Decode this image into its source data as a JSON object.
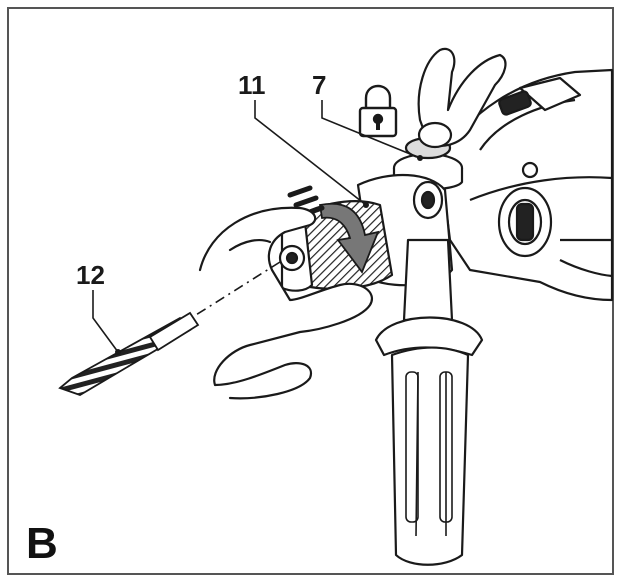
{
  "figure": {
    "letter": "B",
    "callouts": [
      {
        "id": "chuck",
        "label": "11"
      },
      {
        "id": "lock-ring",
        "label": "7"
      },
      {
        "id": "drill-bit",
        "label": "12"
      }
    ],
    "icons": [
      "padlock-icon",
      "rotation-arrow-icon"
    ],
    "colors": {
      "line": "#1a1a1a",
      "shade": "#9a9a9a",
      "frame": "#555555"
    }
  }
}
